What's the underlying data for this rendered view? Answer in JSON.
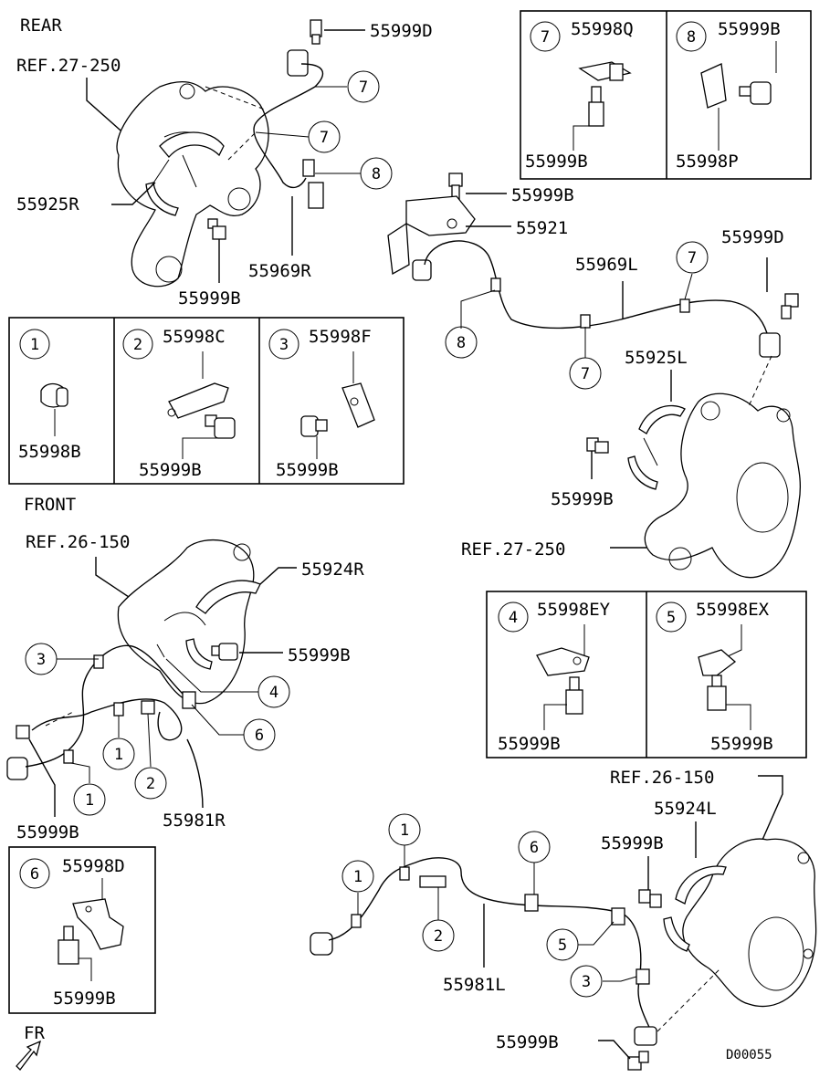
{
  "sections": {
    "rear": "REAR",
    "front": "FRONT"
  },
  "direction": "FR",
  "diagram_code": "D00055",
  "refs": {
    "rear_left_knuckle": "REF.27-250",
    "rear_right_knuckle": "REF.27-250",
    "front_left_knuckle": "REF.26-150",
    "front_right_knuckle": "REF.26-150"
  },
  "parts": {
    "p55999D_top": "55999D",
    "p55925R": "55925R",
    "p55999B_rear_bolt": "55999B",
    "p55969R": "55969R",
    "p55999B_bracket": "55999B",
    "p55921": "55921",
    "p55969L": "55969L",
    "p55999D_right": "55999D",
    "p55925L": "55925L",
    "p55999B_rear_left": "55999B",
    "p55924R": "55924R",
    "p55999B_front_r": "55999B",
    "p55999B_front_sensor": "55999B",
    "p55981R": "55981R",
    "p55924L": "55924L",
    "p55999B_front_l": "55999B",
    "p55981L": "55981L",
    "p55999B_bottom": "55999B"
  },
  "callouts": {
    "rear_r_7a": "7",
    "rear_r_7b": "7",
    "rear_r_8": "8",
    "rear_l_8": "8",
    "rear_l_7a": "7",
    "rear_l_7b": "7",
    "front_r_3": "3",
    "front_r_4": "4",
    "front_r_6": "6",
    "front_r_1a": "1",
    "front_r_1b": "1",
    "front_r_2": "2",
    "front_l_1a": "1",
    "front_l_1b": "1",
    "front_l_6": "6",
    "front_l_2": "2",
    "front_l_5": "5",
    "front_l_3": "3"
  },
  "legend_boxes": {
    "b7": {
      "num": "7",
      "code": "55998Q",
      "bolt": "55999B"
    },
    "b8": {
      "num": "8",
      "code": "55999B",
      "bolt": "55998P"
    },
    "b1": {
      "num": "1",
      "code": "",
      "bolt": "55998B"
    },
    "b2": {
      "num": "2",
      "code": "55998C",
      "bolt": "55999B"
    },
    "b3": {
      "num": "3",
      "code": "55998F",
      "bolt": "55999B"
    },
    "b4": {
      "num": "4",
      "code": "55998EY",
      "bolt": "55999B"
    },
    "b5": {
      "num": "5",
      "code": "55998EX",
      "bolt": "55999B"
    },
    "b6": {
      "num": "6",
      "code": "55998D",
      "bolt": "55999B"
    }
  }
}
